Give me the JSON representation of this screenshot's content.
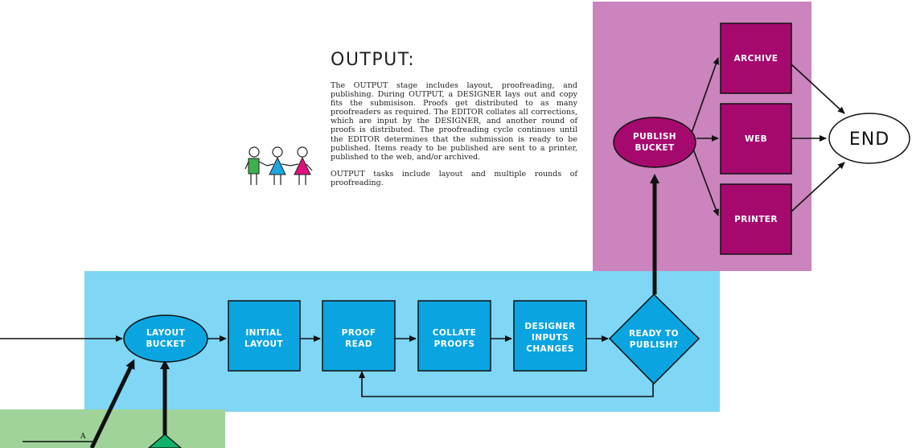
{
  "section": {
    "title": "OUTPUT:",
    "paragraphs": [
      "The OUTPUT stage includes layout, proofreading, and publishing. During OUTPUT, a DESIGNER lays out and copy fits the submisison. Proofs get distributed to as many proofreaders as required. The EDITOR collates all corrections, which are input by the DESIGNER, and another round of proofs is distributed. The proofreading cycle continues until the EDITOR determines that the submission is ready to be published. Items ready to be published are sent to a printer, published to the web, and/or archived.",
      "OUTPUT tasks include layout and multiple rounds of proofreading."
    ]
  },
  "nodes": {
    "layout_bucket": [
      "LAYOUT",
      "BUCKET"
    ],
    "initial_layout": [
      "INITIAL",
      "LAYOUT"
    ],
    "proof_read": [
      "PROOF",
      "READ"
    ],
    "collate_proofs": [
      "COLLATE",
      "PROOFS"
    ],
    "designer_inputs": [
      "DESIGNER",
      "INPUTS",
      "CHANGES"
    ],
    "ready_to_publish": [
      "READY TO",
      "PUBLISH?"
    ],
    "publish_bucket": [
      "PUBLISH",
      "BUCKET"
    ],
    "archive": [
      "ARCHIVE"
    ],
    "web": [
      "WEB"
    ],
    "printer": [
      "PRINTER"
    ],
    "end": [
      "END"
    ]
  },
  "labels": {
    "a": "A"
  },
  "colors": {
    "output_region": "#7fd6f5",
    "publish_region": "#cb84bd",
    "input_region": "#a0d39a",
    "task_box": "#0aa5e0",
    "publish_box": "#a6096e"
  },
  "people_icon": {
    "figures": [
      "green",
      "blue",
      "pink"
    ]
  }
}
